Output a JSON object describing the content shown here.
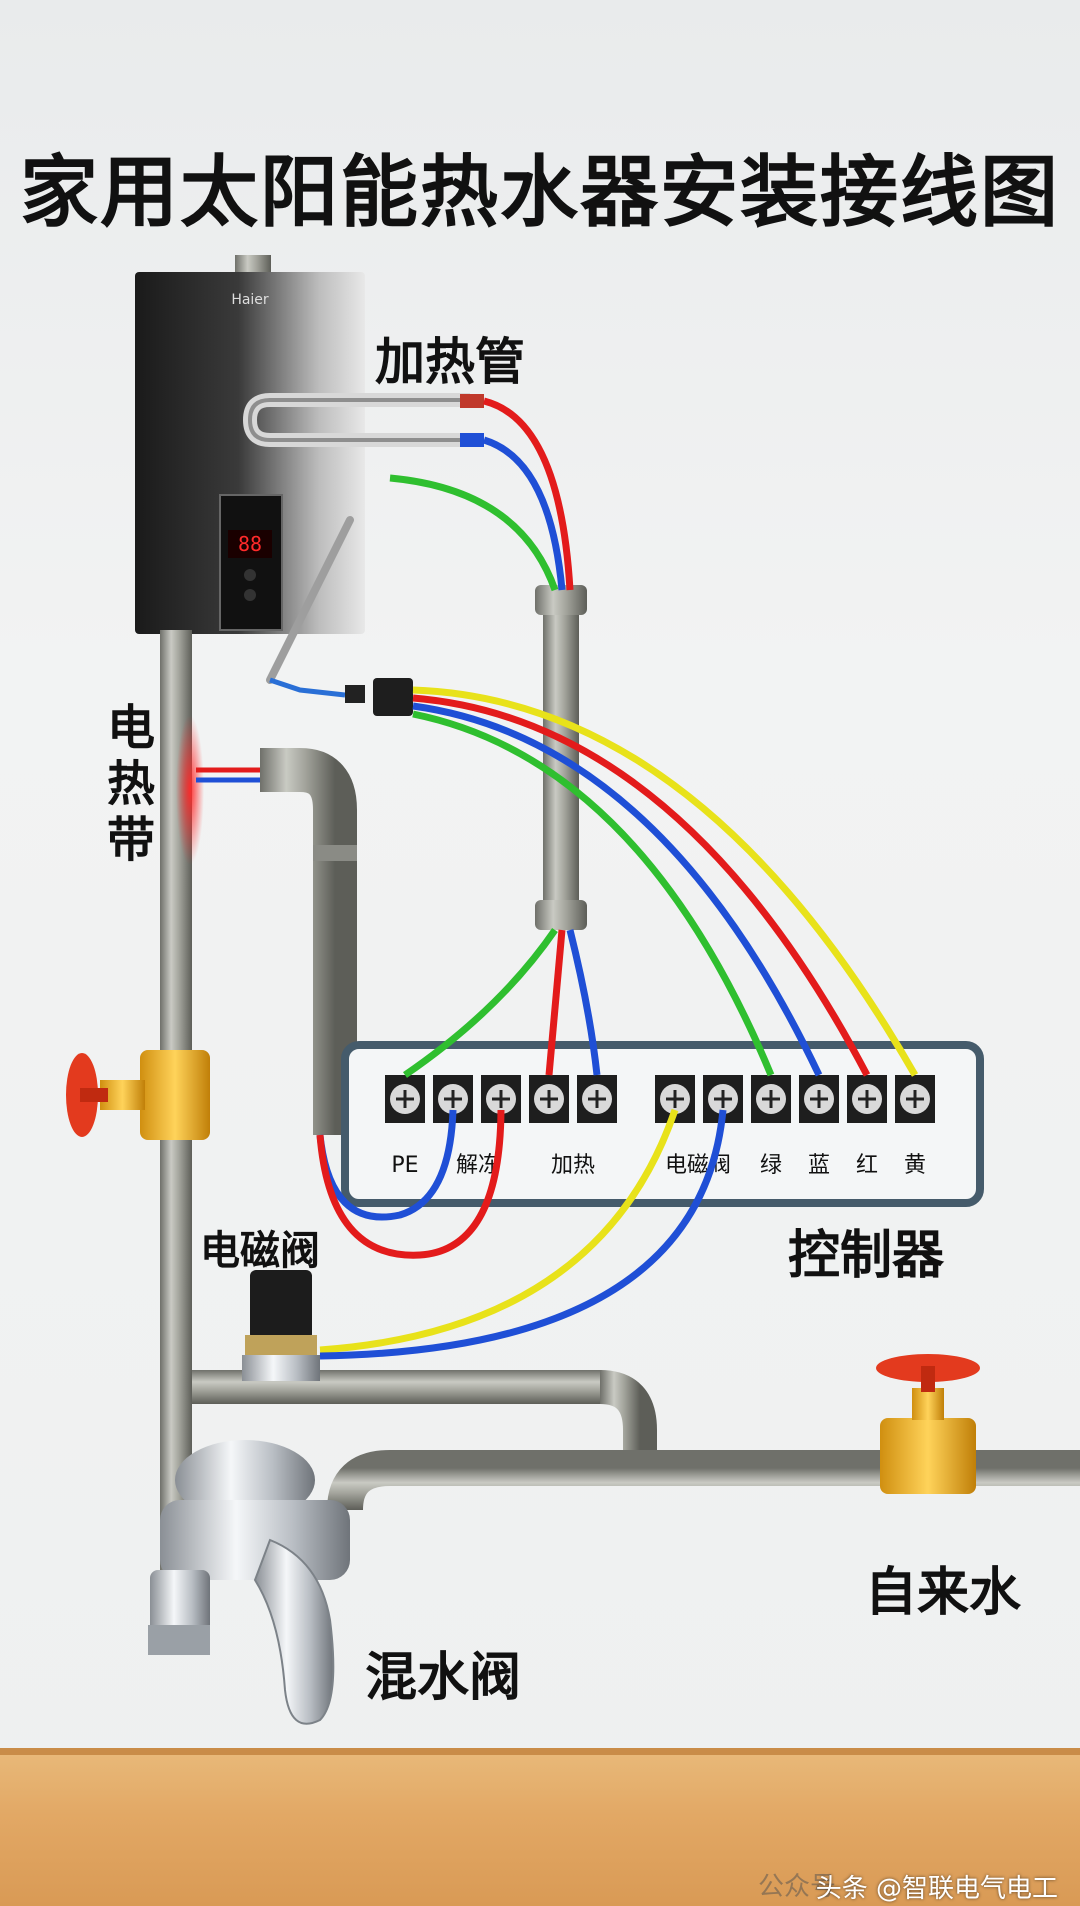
{
  "title": "家用太阳能热水器安装接线图",
  "labels": {
    "heating_tube": "加热管",
    "heating_band": "电热带",
    "solenoid_valve": "电磁阀",
    "controller": "控制器",
    "tap_water": "自来水",
    "mixing_valve": "混水阀"
  },
  "brand": "Haier",
  "display": "88",
  "terminals": [
    "PE",
    "解冻",
    "加热",
    "电磁阀",
    "绿",
    "蓝",
    "红",
    "黄"
  ],
  "watermark": {
    "prefix": "公众号",
    "text": "头条 @智联电气电工"
  },
  "colors": {
    "red": "#e31b1b",
    "blue": "#1f4fd6",
    "green": "#2fbf2f",
    "yellow": "#e8e21a",
    "pipe": "#9a9b92",
    "valve_brass": "#f0b21e",
    "valve_handle": "#e33a1e"
  }
}
